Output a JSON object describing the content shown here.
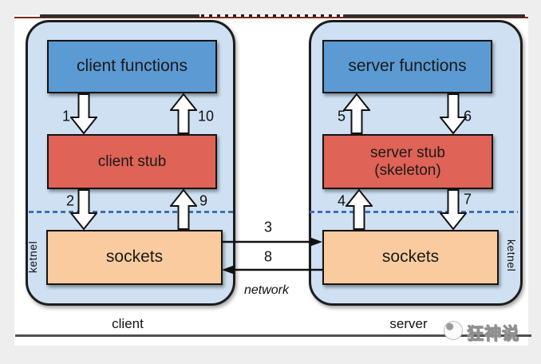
{
  "client": {
    "functions_label": "client functions",
    "stub_label": "client stub",
    "sockets_label": "sockets",
    "kernel_label": "ketnel",
    "caption": "client",
    "step_functions_to_stub": "1",
    "step_stub_to_socket": "2",
    "step_socket_to_stub": "9",
    "step_stub_to_functions": "10"
  },
  "server": {
    "functions_label": "server functions",
    "stub_label_line1": "server stub",
    "stub_label_line2": "(skeleton)",
    "sockets_label": "sockets",
    "kernel_label": "ketnel",
    "caption": "server",
    "step_socket_to_stub": "4",
    "step_stub_to_functions": "5",
    "step_functions_to_stub": "6",
    "step_stub_to_socket": "7"
  },
  "network": {
    "step_request": "3",
    "step_response": "8",
    "caption": "network"
  },
  "watermark": {
    "brand_text": "狂神说"
  },
  "colors": {
    "page_bg": "#eeeeee",
    "host_fill": "#cfe0f2",
    "functions_fill": "#5c9ad3",
    "stub_fill": "#df6356",
    "sockets_fill": "#f9cb9e",
    "dashed_line": "#3f6eb5",
    "crop_accent": "#7d2b1d"
  }
}
